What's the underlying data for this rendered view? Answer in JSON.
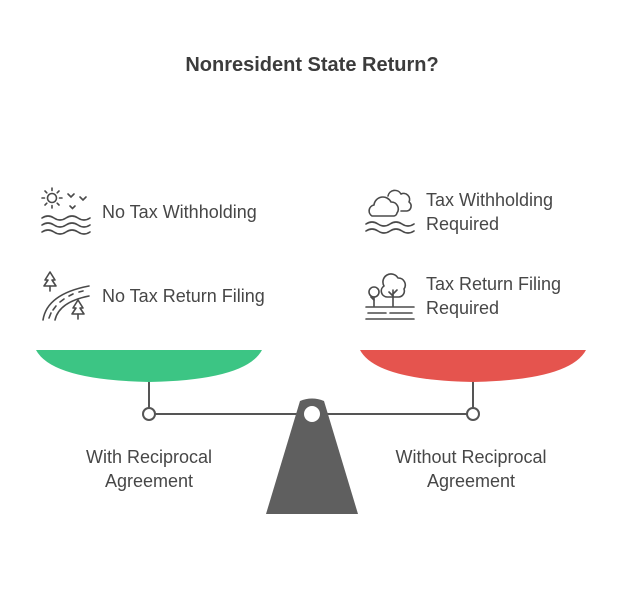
{
  "title": "Nonresident State Return?",
  "left_side": {
    "caption": "With Reciprocal Agreement",
    "items": [
      {
        "label": "No Tax Withholding",
        "icon": "sun-waves-icon"
      },
      {
        "label": "No Tax Return Filing",
        "icon": "road-trees-icon"
      }
    ],
    "pan_color": "#3cc584"
  },
  "right_side": {
    "caption": "Without Reciprocal Agreement",
    "items": [
      {
        "label": "Tax Withholding Required",
        "icon": "cloud-waves-icon"
      },
      {
        "label": "Tax Return Filing Required",
        "icon": "trees-landscape-icon"
      }
    ],
    "pan_color": "#e5544e"
  },
  "colors": {
    "fulcrum": "#5f5f5f",
    "beam": "#555555"
  }
}
